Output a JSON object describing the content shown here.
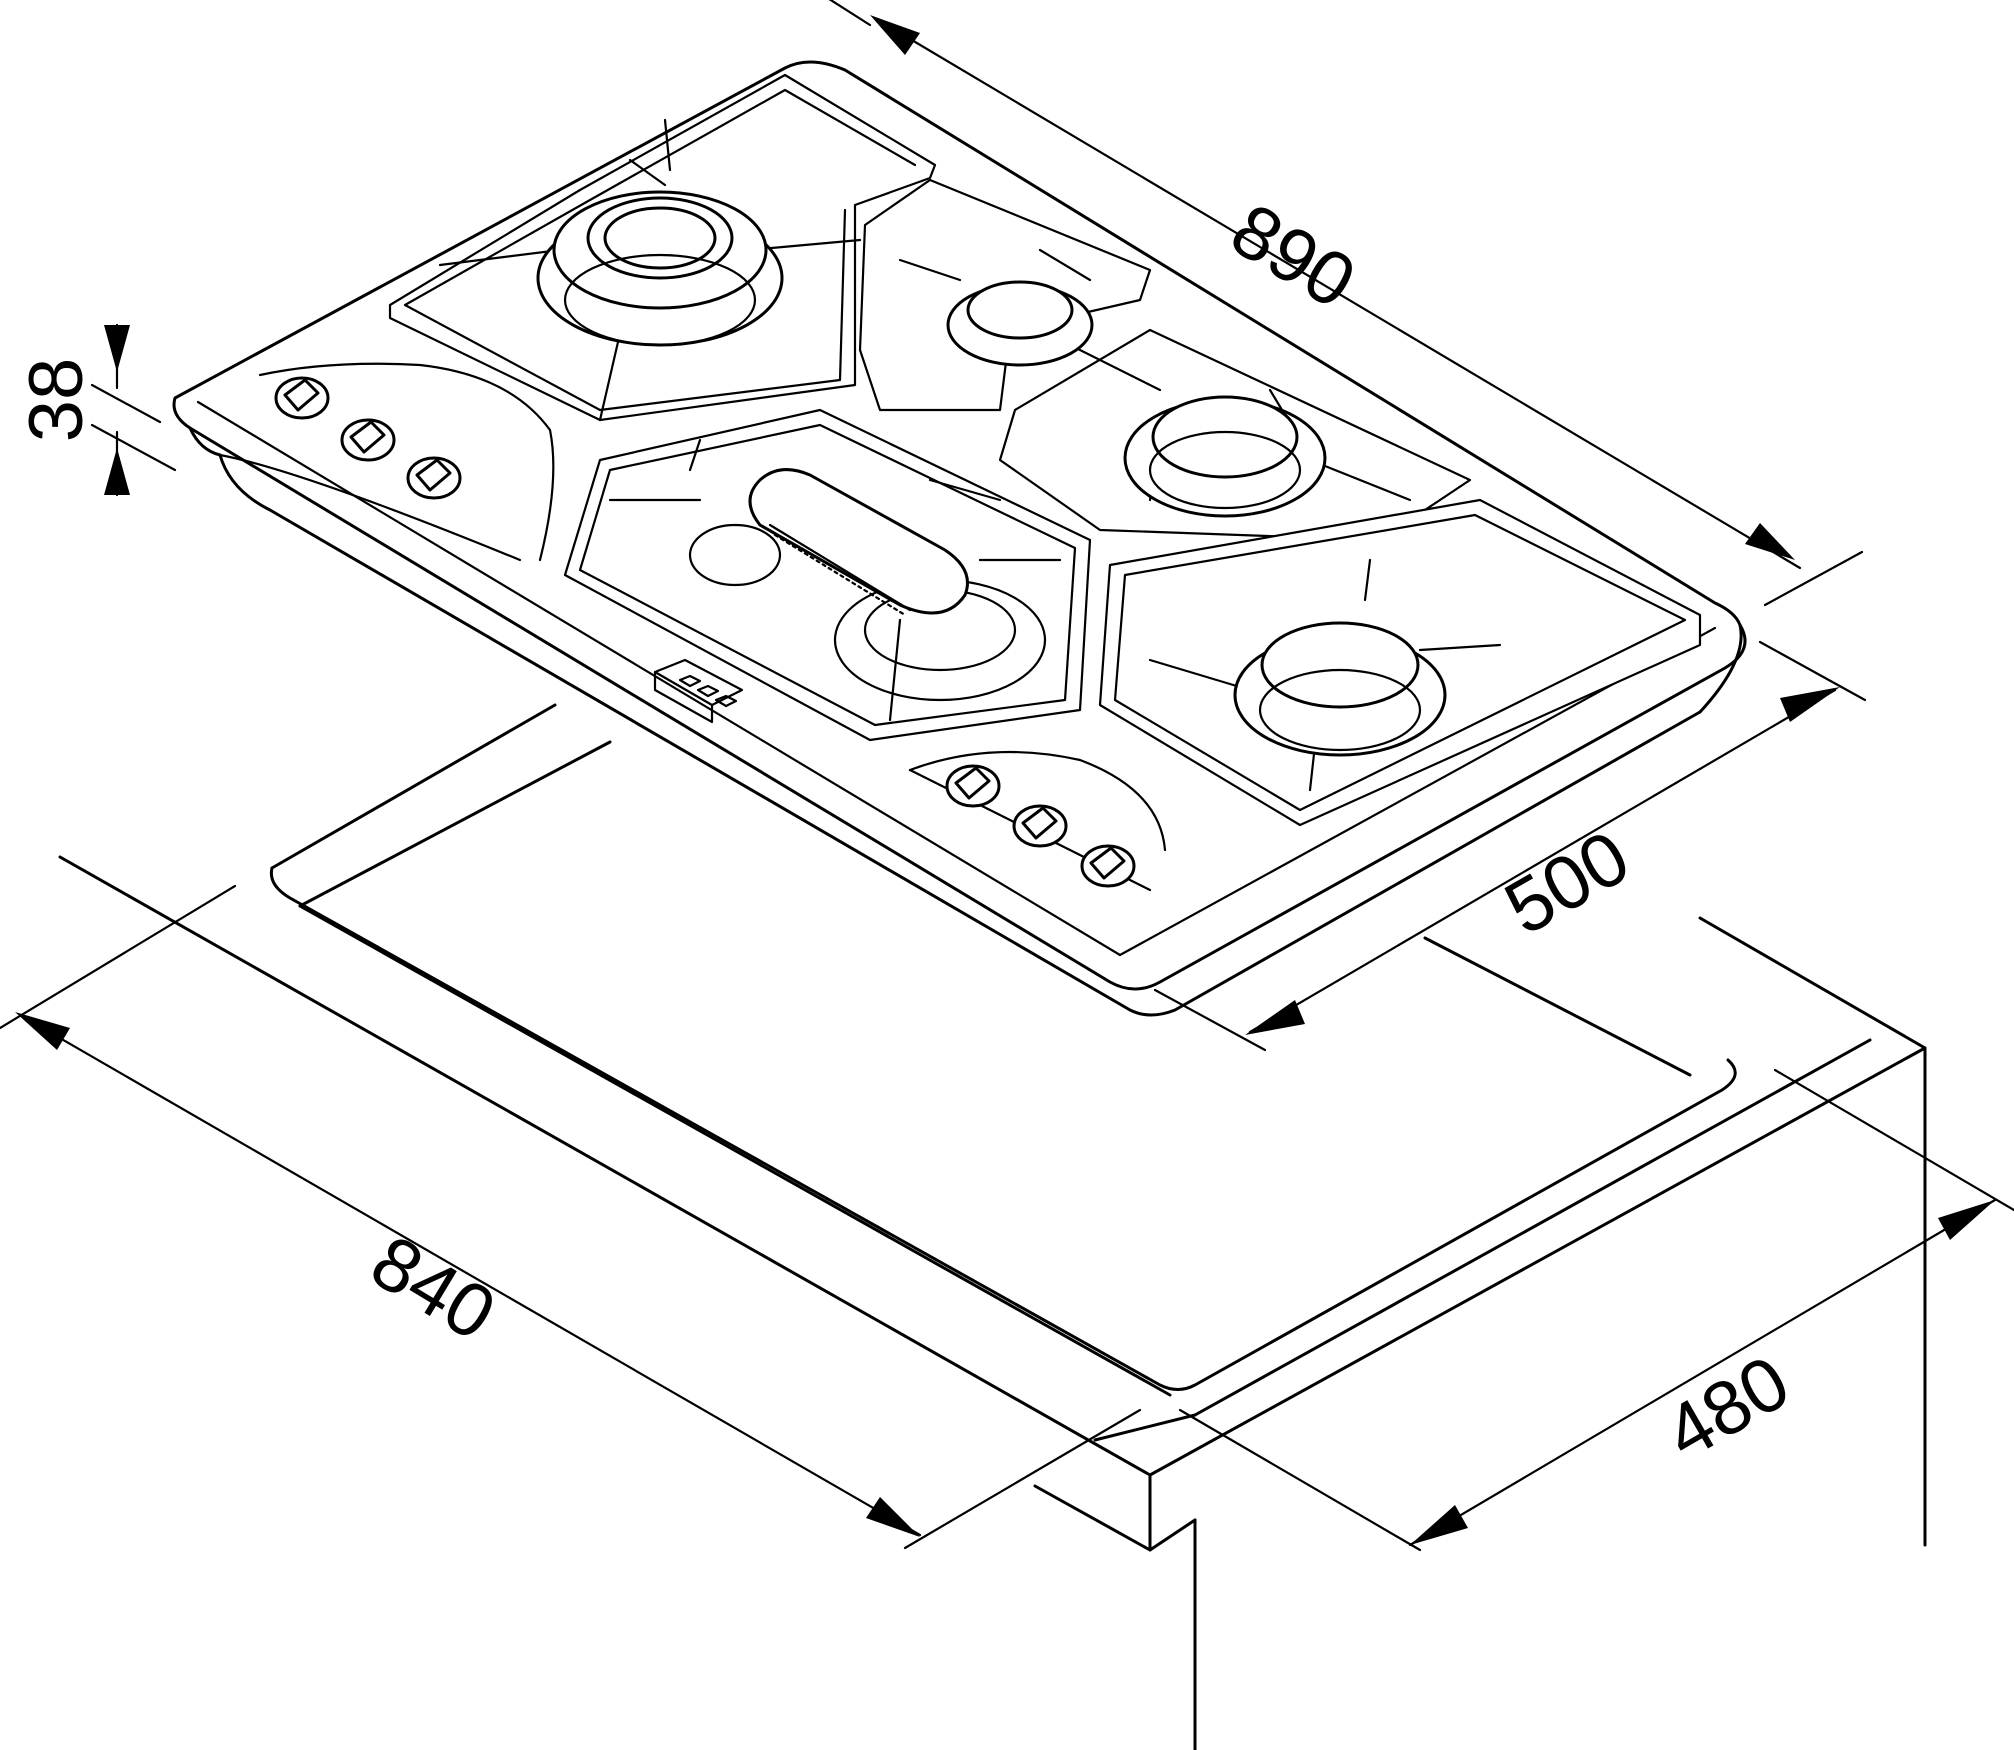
{
  "dimensions": {
    "width": "890",
    "depth": "500",
    "height": "38",
    "cutout_width": "840",
    "cutout_depth": "480"
  },
  "colors": {
    "line": "#000000",
    "background": "#ffffff"
  }
}
